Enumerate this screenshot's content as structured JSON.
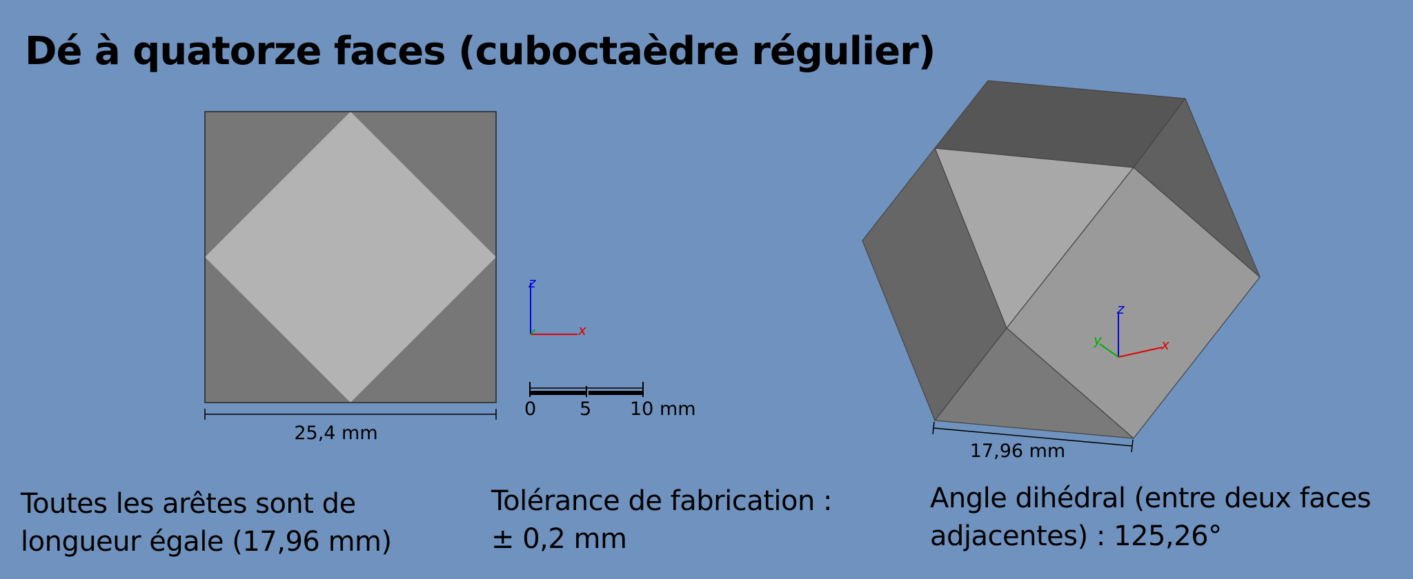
{
  "title": "Dé à quatorze faces (cuboctaèdre régulier)",
  "front_view": {
    "width_label": "25,4 mm"
  },
  "triad_front": {
    "z": "z",
    "x": "x"
  },
  "triad_iso": {
    "z": "z",
    "x": "x",
    "y": "y"
  },
  "scale_bar": {
    "ticks": [
      "0",
      "5",
      "10 mm"
    ]
  },
  "iso_view": {
    "edge_label": "17,96 mm"
  },
  "captions": {
    "edges": [
      "Toutes les arêtes sont de",
      "longueur égale (17,96 mm)"
    ],
    "tolerance": [
      "Tolérance de fabrication :",
      "± 0,2 mm"
    ],
    "angle": [
      "Angle dihédral (entre deux faces",
      "adjacentes) : 125,26°"
    ]
  },
  "colors": {
    "background": "#7092be",
    "face_dark": "#777777",
    "face_light": "#b3b3b3",
    "axis_x": "#e00000",
    "axis_y": "#00b000",
    "axis_z": "#0000e0"
  }
}
